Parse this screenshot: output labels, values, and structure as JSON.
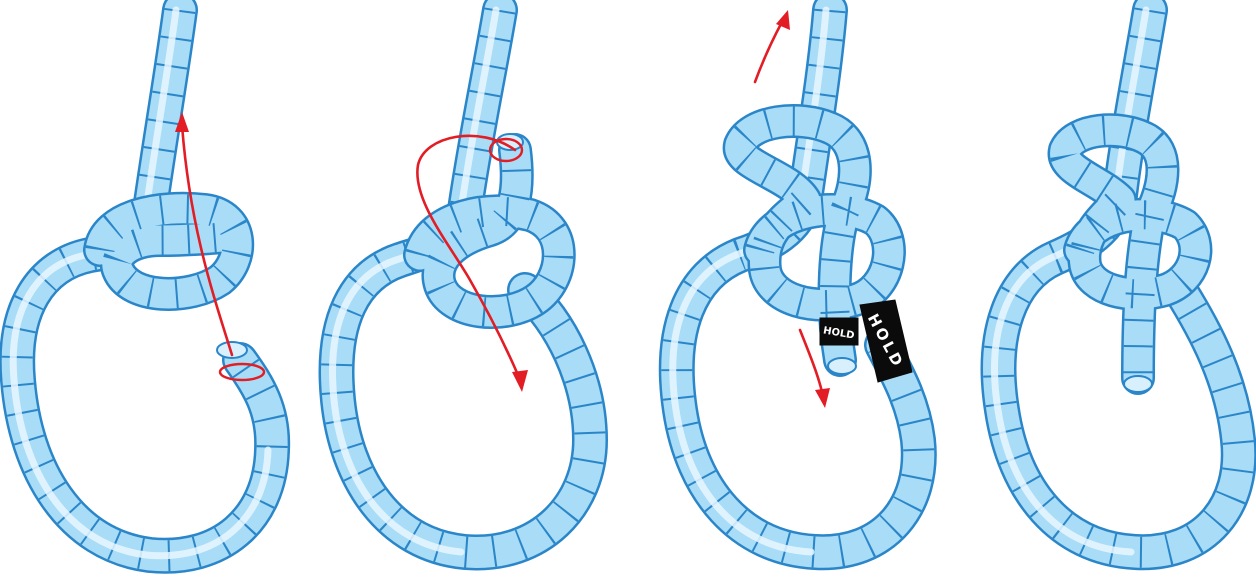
{
  "figure": {
    "panels": [
      {
        "id": "step-1",
        "marker_count": 1
      },
      {
        "id": "step-2",
        "marker_count": 1
      },
      {
        "id": "step-3",
        "labels": [
          "HOLD",
          "HOLD"
        ]
      },
      {
        "id": "step-4"
      }
    ]
  },
  "colors": {
    "rope_fill": "#a9dcf6",
    "rope_outline": "#2a86c9",
    "rope_highlight": "#e9f7ff",
    "arrow": "#e21d25",
    "hold_band": "#0b0b0b",
    "hold_text": "#ffffff",
    "background": "#ffffff"
  },
  "icons": {
    "arrow": "red-direction-arrow",
    "marker": "red-ring-marker",
    "hold": "black-hold-band"
  }
}
